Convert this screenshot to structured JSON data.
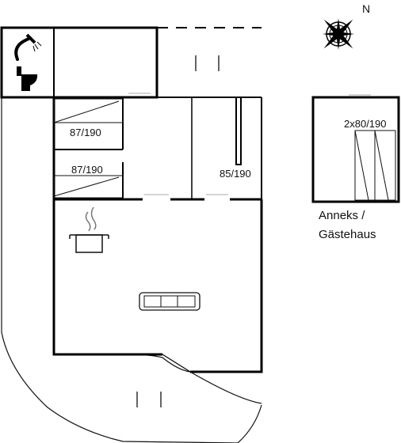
{
  "compass": {
    "north_label": "N",
    "icon": "compass-rose-icon"
  },
  "rooms": {
    "bed_1_size": "87/190",
    "bed_2_size": "87/190",
    "bed_3_size": "85/190",
    "annex_bed_size": "2x80/190"
  },
  "annex": {
    "line1": "Anneks /",
    "line2": "Gästehaus"
  },
  "icons": {
    "shower": "shower-icon",
    "toilet": "toilet-icon",
    "stove": "cooking-pot-icon",
    "sofa": "sofa-icon"
  },
  "colors": {
    "wall": "#000000",
    "line": "#111111",
    "background": "#ffffff"
  }
}
